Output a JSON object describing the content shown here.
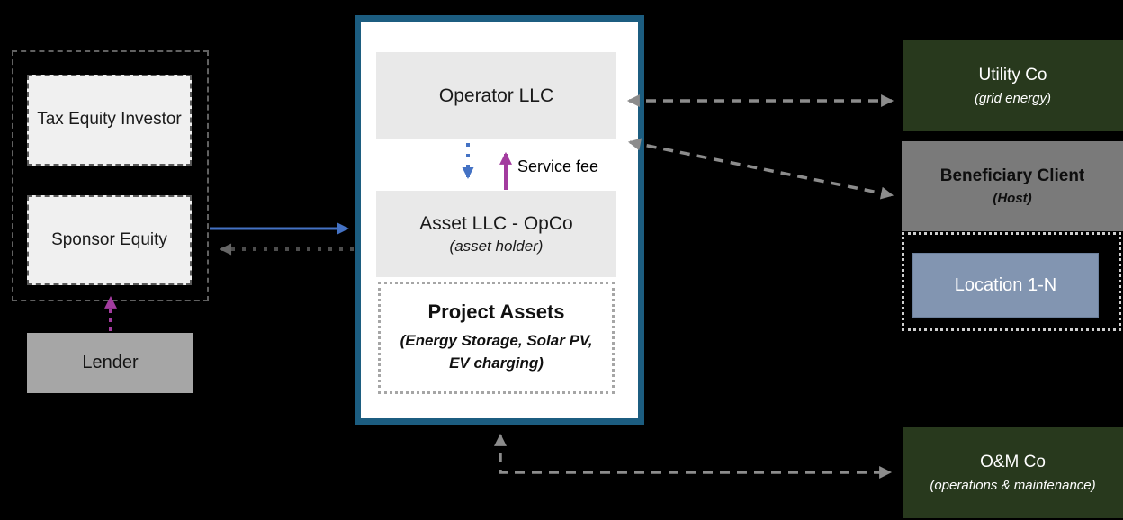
{
  "investors": {
    "tax_equity_label": "Tax Equity Investor",
    "sponsor_equity_label": "Sponsor Equity",
    "lender_label": "Lender"
  },
  "spv": {
    "operator_label": "Operator LLC",
    "service_fee_label": "Service fee",
    "asset_llc_label": "Asset LLC - OpCo",
    "asset_llc_subtitle": "(asset holder)",
    "project_assets_label": "Project Assets",
    "project_assets_subtitle": "(Energy Storage, Solar PV, EV charging)"
  },
  "offtakers": {
    "utility_label": "Utility Co",
    "utility_subtitle": "(grid energy)",
    "beneficiary_label": "Beneficiary Client",
    "beneficiary_subtitle": "(Host)",
    "location_label": "Location 1-N",
    "om_label": "O&M Co",
    "om_subtitle": "(operations & maintenance)"
  },
  "colors": {
    "background": "#000000",
    "spv_border_teal": "#1c5d80",
    "blue_arrow": "#4472c4",
    "purple_arrow": "#a33c9f",
    "gray_dashed_arrow": "#8c8c8c",
    "gray_dotted_arrow": "#4d4d4d",
    "dark_green_box": "#28391d",
    "beneficiary_gray": "#7a7a7a",
    "location_steel_blue": "#8295b1",
    "light_box": "#f0f0f0",
    "lender_gray": "#a6a6a6"
  }
}
